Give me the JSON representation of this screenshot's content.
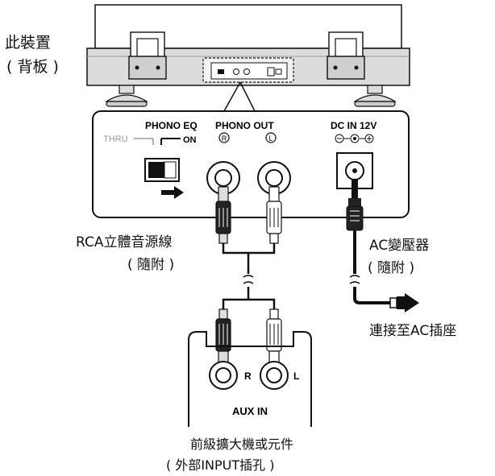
{
  "device_label": {
    "line1": "此裝置",
    "line2": "( 背板 )"
  },
  "panel": {
    "phono_eq": "PHONO EQ",
    "thru": "THRU",
    "on": "ON",
    "phono_out": "PHONO OUT",
    "right_symbol": "R",
    "left_symbol": "L",
    "dc_in": "DC IN 12V"
  },
  "rca_cable_label": {
    "line1": "RCA立體音源線",
    "line2": "( 隨附 )"
  },
  "ac_adapter_label": {
    "line1": "AC變壓器",
    "line2": "( 隨附 )"
  },
  "outlet_label": "連接至AC插座",
  "amp_box": {
    "r_label": "R",
    "l_label": "L",
    "aux_in": "AUX IN"
  },
  "amp_label": {
    "line1": "前級擴大機或元件",
    "line2": "( 外部INPUT插孔 )"
  },
  "colors": {
    "stroke": "#111111",
    "body_fill": "#dcdcdc",
    "panel_fill": "#ffffff"
  }
}
